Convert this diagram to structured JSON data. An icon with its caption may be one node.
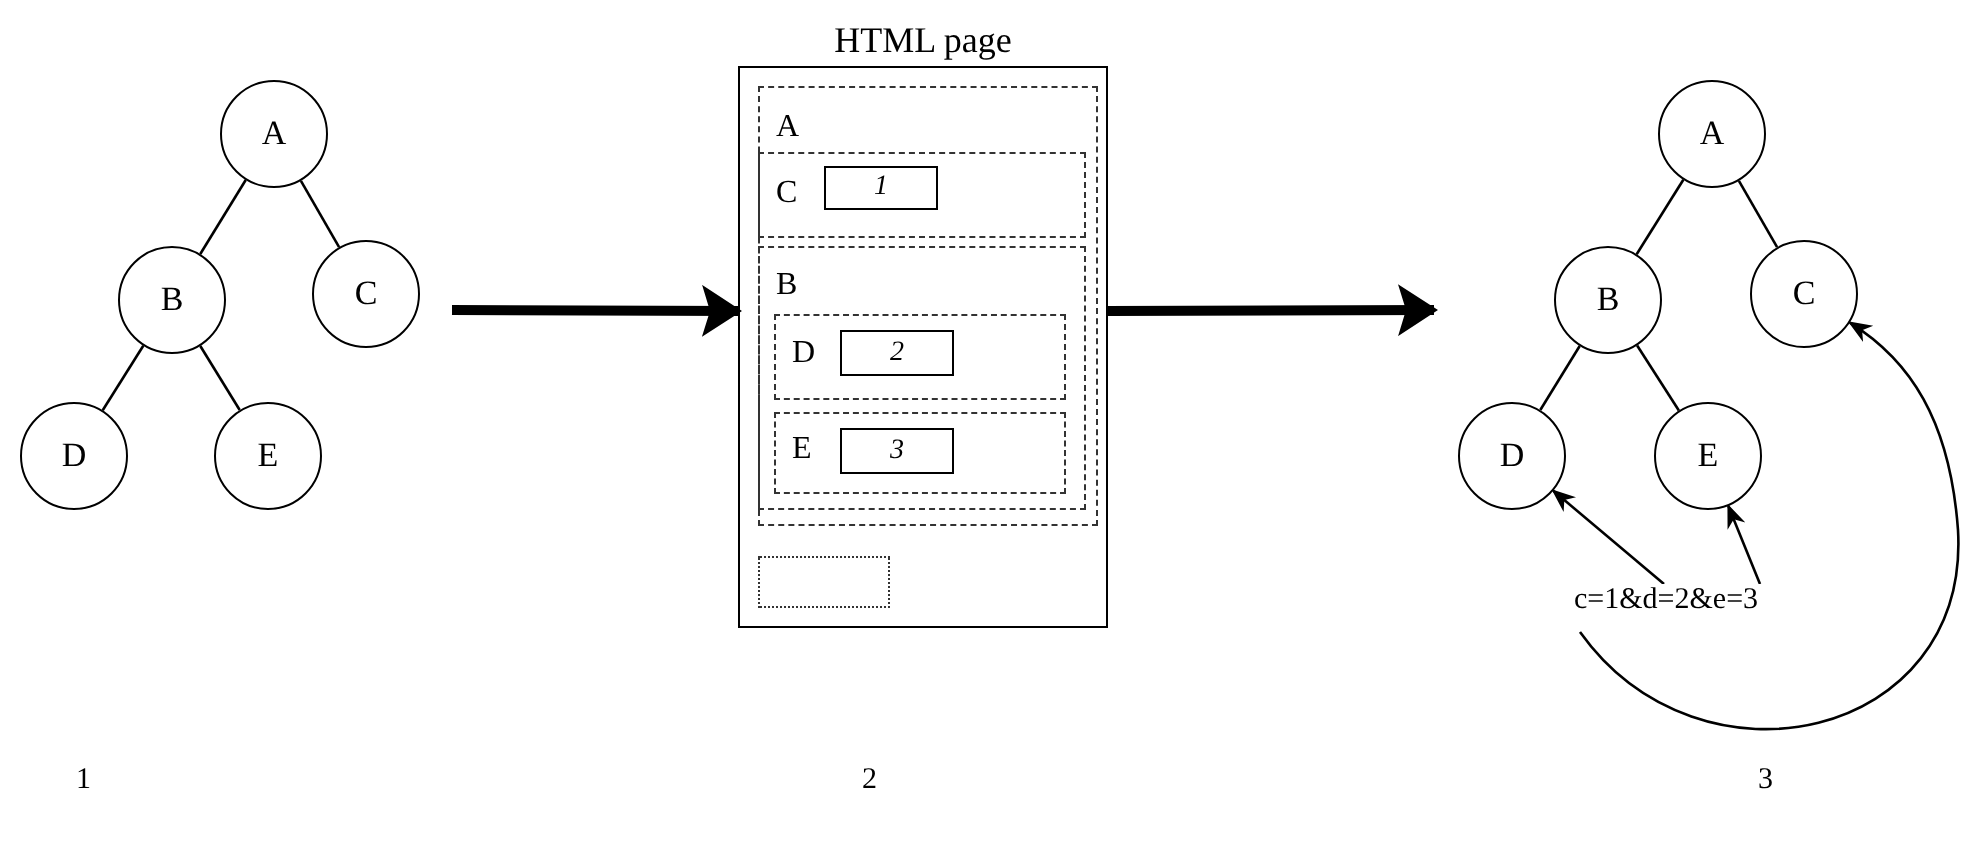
{
  "diagram": {
    "nodes": [
      {
        "text": [
          "A"
        ]
      },
      {
        "text": [
          "B"
        ]
      },
      {
        "text": [
          "C"
        ]
      },
      {
        "text": [
          "D"
        ]
      },
      {
        "text": [
          "E"
        ]
      },
      {
        "text": [
          "HTML page"
        ]
      },
      {
        "text": [
          "A"
        ],
        "in": 5
      },
      {
        "text": [
          "C"
        ],
        "in": 6
      },
      {
        "text": [
          "1"
        ],
        "in": 7
      },
      {
        "text": [
          "B"
        ],
        "in": 6
      },
      {
        "text": [
          "D"
        ],
        "in": 9
      },
      {
        "text": [
          "2"
        ],
        "in": 10
      },
      {
        "text": [
          "E"
        ],
        "in": 9
      },
      {
        "text": [
          "3"
        ],
        "in": 12
      },
      {
        "text": [],
        "shape": "box",
        "in": 5
      },
      {
        "text": [
          "A"
        ]
      },
      {
        "text": [
          "B"
        ]
      },
      {
        "text": [
          "C"
        ]
      },
      {
        "text": [
          "D"
        ]
      },
      {
        "text": [
          "E"
        ]
      },
      {
        "text": [
          "c=1&d=2&e=3"
        ]
      }
    ],
    "edges": [
      {
        "from": 0,
        "to": 1,
        "arrow": "none"
      },
      {
        "from": 0,
        "to": 2,
        "arrow": "none"
      },
      {
        "from": 1,
        "to": 3,
        "arrow": "none"
      },
      {
        "from": 1,
        "to": 4,
        "arrow": "none"
      },
      {
        "from": null,
        "to": 5,
        "arrow": "to",
        "style": "thick"
      },
      {
        "from": 5,
        "to": null,
        "arrow": "to",
        "style": "thick"
      },
      {
        "from": 15,
        "to": 16,
        "arrow": "none"
      },
      {
        "from": 15,
        "to": 17,
        "arrow": "none"
      },
      {
        "from": 16,
        "to": 18,
        "arrow": "none"
      },
      {
        "from": 16,
        "to": 19,
        "arrow": "none"
      },
      {
        "from": 20,
        "to": 18,
        "arrow": "to"
      },
      {
        "from": 20,
        "to": 19,
        "arrow": "to"
      },
      {
        "from": 20,
        "to": 17,
        "arrow": "to"
      }
    ],
    "labels": [
      "1",
      "2",
      "3"
    ]
  }
}
